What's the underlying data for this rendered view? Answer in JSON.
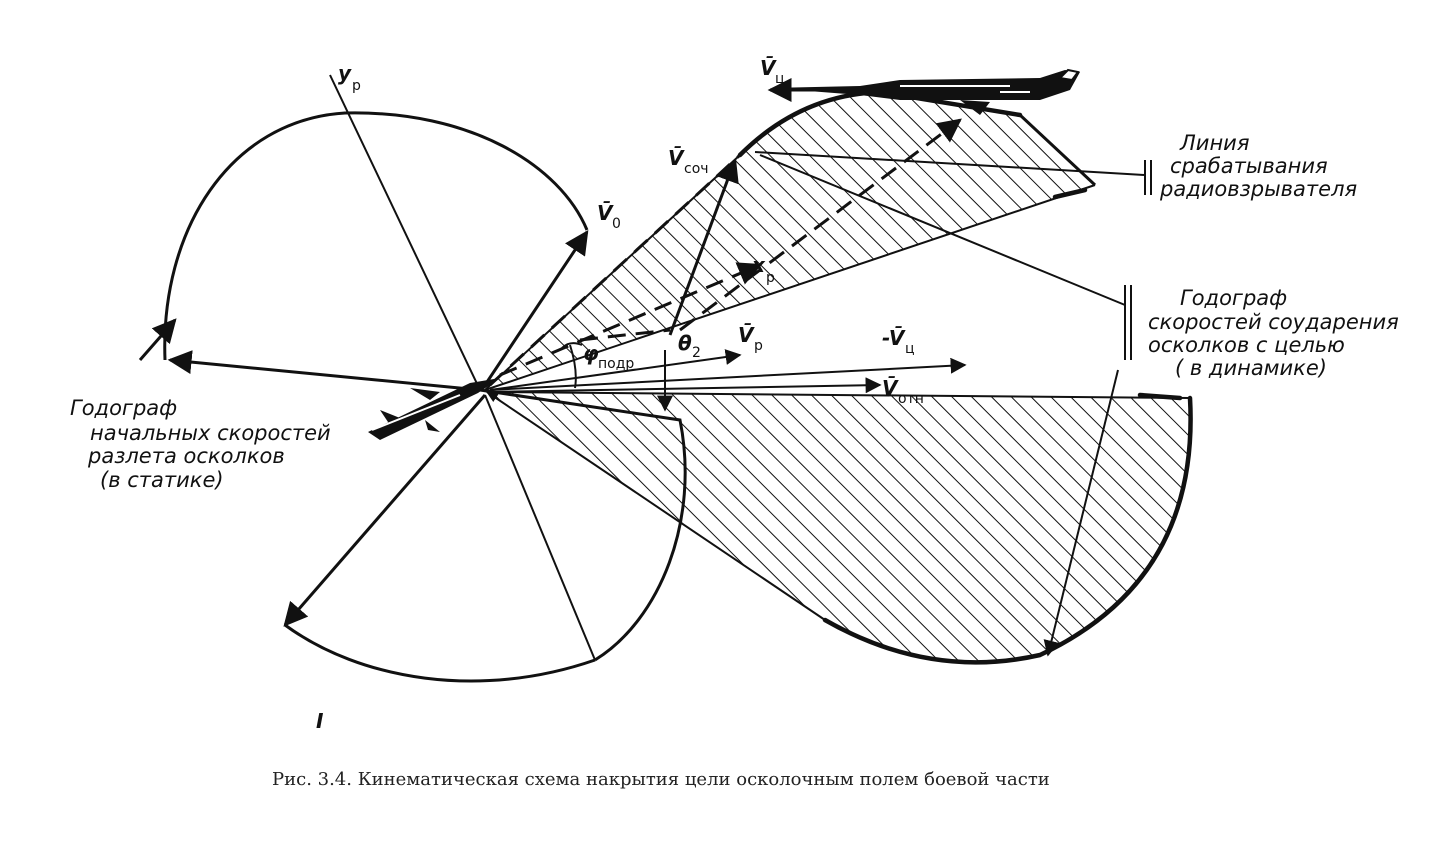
{
  "labels": {
    "y_axis": "y",
    "y_axis_sub": "p",
    "x_axis": "x",
    "x_axis_sub": "p",
    "v0": "V̄",
    "v0_sub": "0",
    "v_target": "V̄",
    "v_target_sub": "ц",
    "v_coll": "V̄",
    "v_coll_sub": "соч",
    "v_rocket": "V̄",
    "v_rocket_sub": "р",
    "neg_v_target": "-V̄",
    "neg_v_target_sub": "ц",
    "v_rel": "V̄",
    "v_rel_sub": "отн",
    "phi": "φ",
    "phi_sub": "подр",
    "theta": "θ",
    "theta_sub": "2",
    "fuse_line": [
      "Линия",
      "срабатывания",
      "радиовзрывателя"
    ],
    "dyn_hodograph": [
      "Годограф",
      "скоростей соударения",
      "осколков с целью",
      "( в динамике)"
    ],
    "static_hodograph": [
      "Годограф",
      "начальных скоростей",
      "разлета осколков",
      "(в статике)"
    ],
    "stray_mark": "I"
  },
  "caption": "Рис. 3.4. Кинематическая схема накрытия цели осколочным полем боевой части",
  "colors": {
    "ink": "#111111",
    "paper": "#ffffff",
    "caption": "#222222"
  }
}
